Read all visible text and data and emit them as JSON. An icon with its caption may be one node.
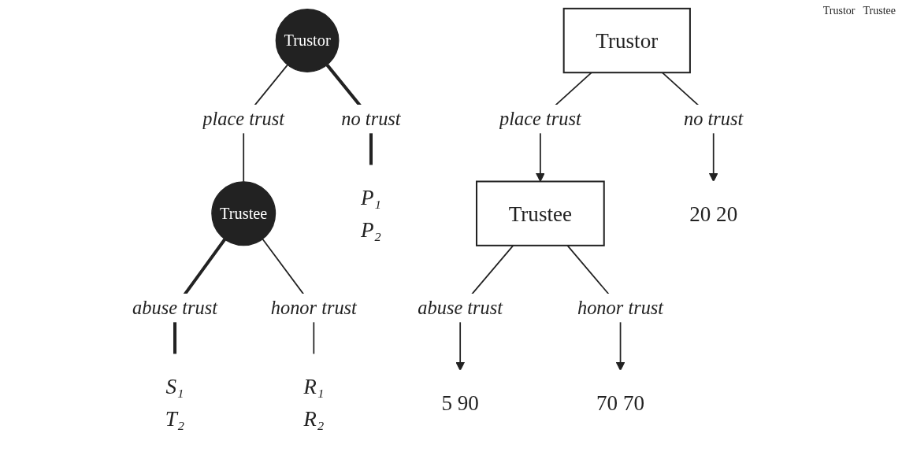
{
  "diagram": {
    "nodes": [
      {
        "text": [
          "Trustor"
        ]
      },
      {
        "text": [
          "Trustee"
        ]
      },
      {
        "text": [
          "P₁",
          "P₂"
        ]
      },
      {
        "text": [
          "S₁",
          "T₂"
        ]
      },
      {
        "text": [
          "R₁",
          "R₂"
        ]
      },
      {
        "text": [
          "Trustor"
        ]
      },
      {
        "text": [
          "Trustee"
        ]
      },
      {
        "text": [
          "20 20"
        ]
      },
      {
        "text": [
          "5 90"
        ]
      },
      {
        "text": [
          "70 70"
        ]
      }
    ],
    "edges": [
      {
        "from": 0,
        "to": 2,
        "arrow": "none",
        "label": "no trust",
        "style": "thick"
      },
      {
        "from": 0,
        "to": 1,
        "arrow": "none",
        "label": "place trust"
      },
      {
        "from": 1,
        "to": 3,
        "arrow": "none",
        "label": "abuse trust",
        "style": "thick"
      },
      {
        "from": 1,
        "to": 4,
        "arrow": "none",
        "label": "honor trust"
      },
      {
        "from": 5,
        "to": 7,
        "arrow": "to",
        "label": "no trust"
      },
      {
        "from": 5,
        "to": 6,
        "arrow": "to",
        "label": "place trust"
      },
      {
        "from": 6,
        "to": 8,
        "arrow": "to",
        "label": "abuse trust"
      },
      {
        "from": 6,
        "to": 9,
        "arrow": "to",
        "label": "honor trust"
      }
    ],
    "labels": [
      "Trustor",
      "Trustee"
    ]
  }
}
